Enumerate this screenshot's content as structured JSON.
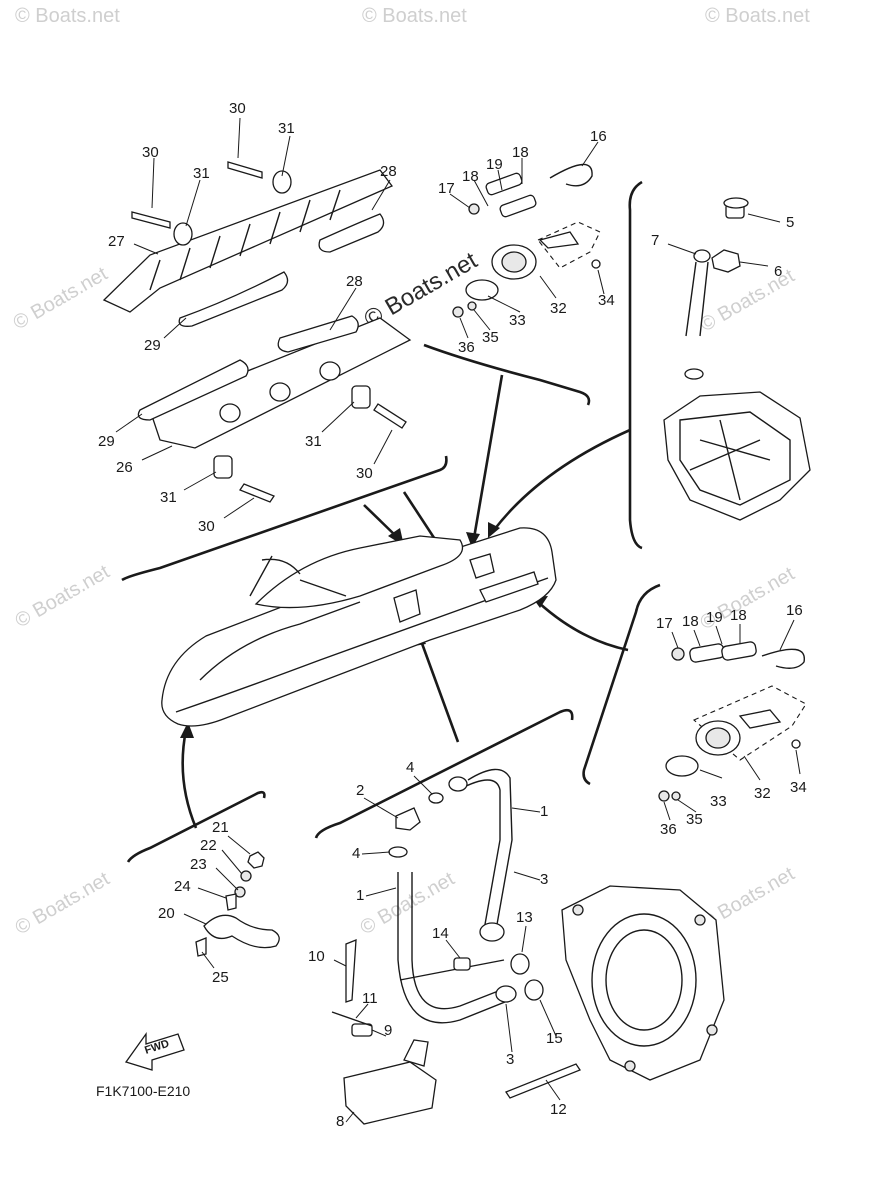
{
  "diagram": {
    "code": "F1K7100-E210",
    "fwd_label": "FWD",
    "watermark": "© Boats.net",
    "callouts": [
      {
        "id": "c30a",
        "text": "30"
      },
      {
        "id": "c31a",
        "text": "31"
      },
      {
        "id": "c30b",
        "text": "30"
      },
      {
        "id": "c31b",
        "text": "31"
      },
      {
        "id": "c28a",
        "text": "28"
      },
      {
        "id": "c27",
        "text": "27"
      },
      {
        "id": "c29a",
        "text": "29"
      },
      {
        "id": "c28b",
        "text": "28"
      },
      {
        "id": "c29b",
        "text": "29"
      },
      {
        "id": "c26",
        "text": "26"
      },
      {
        "id": "c31c",
        "text": "31"
      },
      {
        "id": "c30c",
        "text": "30"
      },
      {
        "id": "c31d",
        "text": "31"
      },
      {
        "id": "c30d",
        "text": "30"
      },
      {
        "id": "c16a",
        "text": "16"
      },
      {
        "id": "c18a",
        "text": "18"
      },
      {
        "id": "c19a",
        "text": "19"
      },
      {
        "id": "c18b",
        "text": "18"
      },
      {
        "id": "c17a",
        "text": "17"
      },
      {
        "id": "c34a",
        "text": "34"
      },
      {
        "id": "c32a",
        "text": "32"
      },
      {
        "id": "c33a",
        "text": "33"
      },
      {
        "id": "c35a",
        "text": "35"
      },
      {
        "id": "c36a",
        "text": "36"
      },
      {
        "id": "c5",
        "text": "5"
      },
      {
        "id": "c7",
        "text": "7"
      },
      {
        "id": "c6",
        "text": "6"
      },
      {
        "id": "c17b",
        "text": "17"
      },
      {
        "id": "c18c",
        "text": "18"
      },
      {
        "id": "c19b",
        "text": "19"
      },
      {
        "id": "c18d",
        "text": "18"
      },
      {
        "id": "c16b",
        "text": "16"
      },
      {
        "id": "c34b",
        "text": "34"
      },
      {
        "id": "c33b",
        "text": "33"
      },
      {
        "id": "c32b",
        "text": "32"
      },
      {
        "id": "c36b",
        "text": "36"
      },
      {
        "id": "c35b",
        "text": "35"
      },
      {
        "id": "c4a",
        "text": "4"
      },
      {
        "id": "c2",
        "text": "2"
      },
      {
        "id": "c1a",
        "text": "1"
      },
      {
        "id": "c4b",
        "text": "4"
      },
      {
        "id": "c3a",
        "text": "3"
      },
      {
        "id": "c1b",
        "text": "1"
      },
      {
        "id": "c13",
        "text": "13"
      },
      {
        "id": "c14",
        "text": "14"
      },
      {
        "id": "c10",
        "text": "10"
      },
      {
        "id": "c11",
        "text": "11"
      },
      {
        "id": "c9",
        "text": "9"
      },
      {
        "id": "c15",
        "text": "15"
      },
      {
        "id": "c3b",
        "text": "3"
      },
      {
        "id": "c8",
        "text": "8"
      },
      {
        "id": "c12",
        "text": "12"
      },
      {
        "id": "c21",
        "text": "21"
      },
      {
        "id": "c22",
        "text": "22"
      },
      {
        "id": "c23",
        "text": "23"
      },
      {
        "id": "c24",
        "text": "24"
      },
      {
        "id": "c20",
        "text": "20"
      },
      {
        "id": "c25",
        "text": "25"
      }
    ]
  }
}
